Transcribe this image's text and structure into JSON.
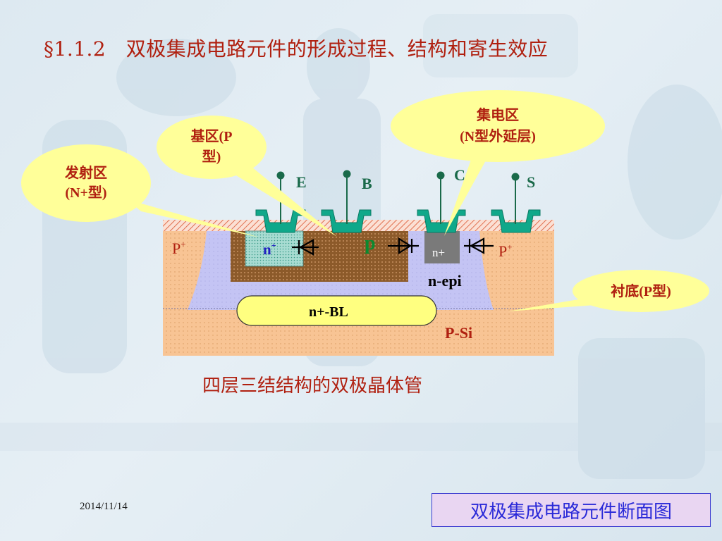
{
  "slide": {
    "title": "§1.1.2　双极集成电路元件的形成过程、结构和寄生效应",
    "caption": "四层三结结构的双极晶体管",
    "date": "2014/11/14",
    "footer_label": "双极集成电路元件断面图"
  },
  "diagram": {
    "terminals": {
      "e": "E",
      "b": "B",
      "c": "C",
      "s": "S"
    },
    "regions": {
      "p_plus_left": "P",
      "p_plus_right": "P",
      "plus_sup": "+",
      "n_plus_emitter": "n",
      "p_base": "p",
      "n_plus_collector": "n+",
      "n_epi": "n-epi",
      "buried_layer": "n+-BL",
      "substrate": "P-Si"
    },
    "callouts": {
      "emitter": {
        "line1": "发射区",
        "line2": "(N+型)"
      },
      "base": {
        "line1": "基区(P",
        "line2": "型)"
      },
      "collector": {
        "line1": "集电区",
        "line2": "(N型外延层)"
      },
      "substrate": {
        "line1": "衬底(P型)"
      }
    }
  },
  "colors": {
    "title": "#b02010",
    "substrate": "#f8c494",
    "n_epi": "#c4c4f4",
    "base": "#8c5a2a",
    "emitter": "#a8dcd2",
    "collector_contact": "#7a7a7a",
    "buried_layer": "#ffff80",
    "metal": "#10a88a",
    "callout": "#ffff99",
    "footer_bg": "#e9d6f2",
    "footer_text": "#2a2ad8"
  }
}
